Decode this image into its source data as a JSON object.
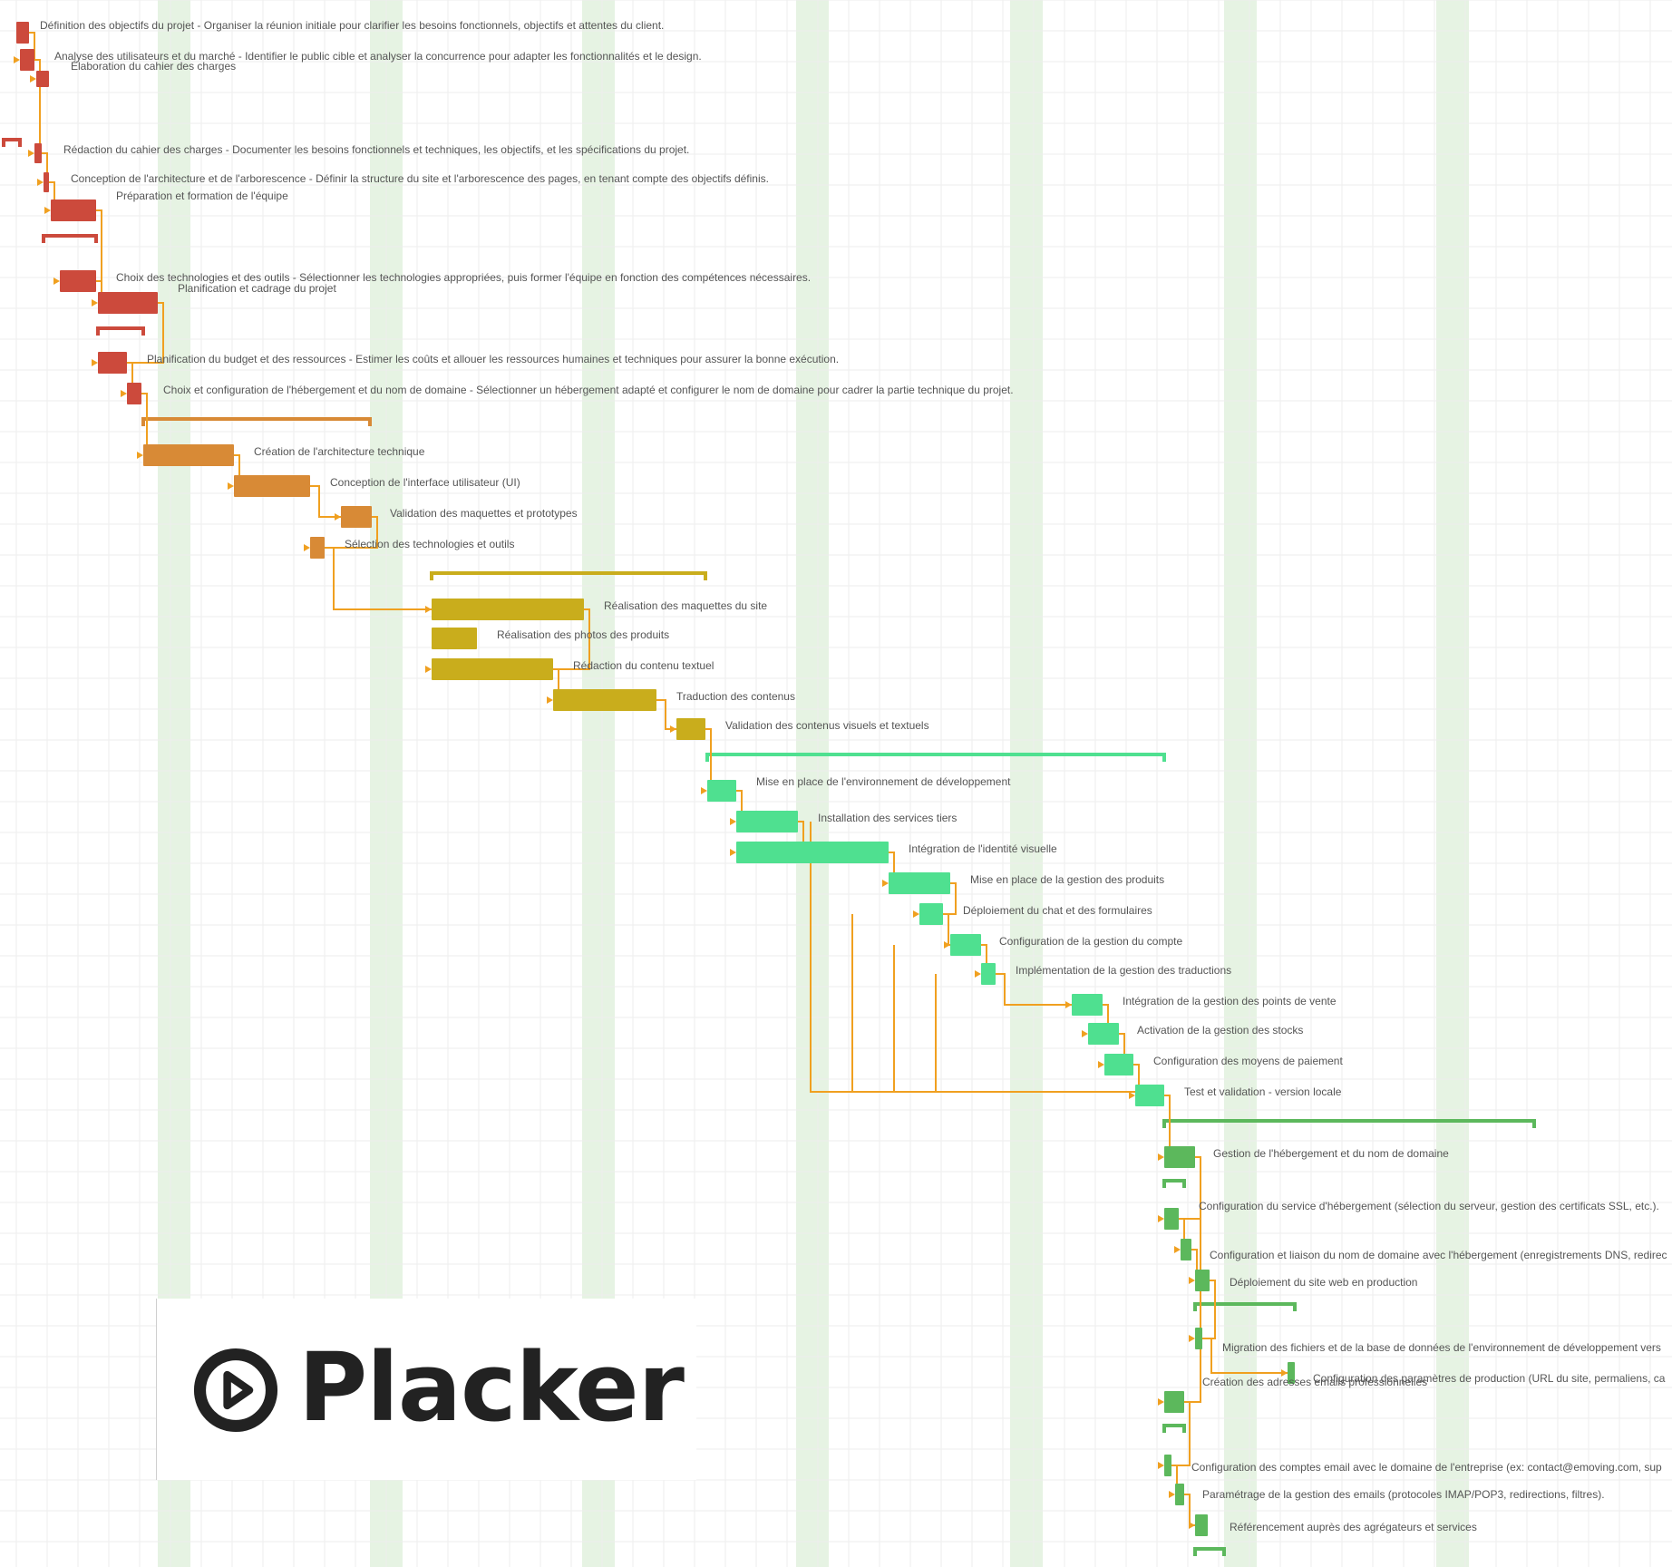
{
  "brand": {
    "name": "Placker",
    "logo_icon": "placker-logo-icon",
    "text_color": "#222222"
  },
  "colors": {
    "phase_1": "#cc4a3c",
    "phase_2": "#d88a36",
    "phase_3": "#c9ad1c",
    "phase_4": "#4fe090",
    "phase_5": "#5cb85c",
    "dependency": "#f0a020",
    "highlight_column": "#e6f3e3",
    "grid": "#eeeeee",
    "label": "#555555"
  },
  "tasks": [
    {
      "label": "Définition des objectifs du projet - Organiser la réunion initiale pour clarifier les besoins fonctionnels, objectifs et attentes du client.",
      "phase": 1
    },
    {
      "label": "Analyse des utilisateurs et du marché - Identifier le public cible et analyser la concurrence pour adapter les fonctionnalités et le design.",
      "phase": 1
    },
    {
      "label": "Élaboration du cahier des charges",
      "phase": 1
    },
    {
      "label": "Rédaction du cahier des charges - Documenter les besoins fonctionnels et techniques, les objectifs, et les spécifications du projet.",
      "phase": 1
    },
    {
      "label": "Conception de l'architecture et de l'arborescence - Définir la structure du site et l'arborescence des pages, en tenant compte des objectifs définis.",
      "phase": 1
    },
    {
      "label": "Préparation et formation de l'équipe",
      "phase": 1
    },
    {
      "label": "Choix des technologies et des outils - Sélectionner les technologies appropriées, puis former l'équipe en fonction des compétences nécessaires.",
      "phase": 1
    },
    {
      "label": "Planification et cadrage du projet",
      "phase": 1
    },
    {
      "label": "Planification du budget et des ressources - Estimer les coûts et allouer les ressources humaines et techniques pour assurer la bonne exécution.",
      "phase": 1
    },
    {
      "label": "Choix et configuration de l'hébergement et du nom de domaine - Sélectionner un hébergement adapté et configurer le nom de domaine pour cadrer la partie technique du projet.",
      "phase": 1
    },
    {
      "label": "Création de l'architecture technique",
      "phase": 2
    },
    {
      "label": "Conception de l'interface utilisateur (UI)",
      "phase": 2
    },
    {
      "label": "Validation des maquettes et prototypes",
      "phase": 2
    },
    {
      "label": "Sélection des technologies et outils",
      "phase": 2
    },
    {
      "label": "Réalisation des maquettes du site",
      "phase": 3
    },
    {
      "label": "Réalisation des photos des produits",
      "phase": 3
    },
    {
      "label": "Rédaction du contenu textuel",
      "phase": 3
    },
    {
      "label": "Traduction des contenus",
      "phase": 3
    },
    {
      "label": "Validation des contenus visuels et textuels",
      "phase": 3
    },
    {
      "label": "Mise en place de l'environnement de développement",
      "phase": 4
    },
    {
      "label": "Installation des services tiers",
      "phase": 4
    },
    {
      "label": "Intégration de l'identité visuelle",
      "phase": 4
    },
    {
      "label": "Mise en place de la gestion des produits",
      "phase": 4
    },
    {
      "label": "Déploiement du chat et des formulaires",
      "phase": 4
    },
    {
      "label": "Configuration de la gestion du compte",
      "phase": 4
    },
    {
      "label": "Implémentation de la gestion des traductions",
      "phase": 4
    },
    {
      "label": "Intégration de la gestion des points de vente",
      "phase": 4
    },
    {
      "label": "Activation de la gestion des stocks",
      "phase": 4
    },
    {
      "label": "Configuration des moyens de paiement",
      "phase": 4
    },
    {
      "label": "Test et validation - version locale",
      "phase": 4
    },
    {
      "label": "Gestion de l'hébergement et du nom de domaine",
      "phase": 5
    },
    {
      "label": "Configuration du service d'hébergement (sélection du serveur, gestion des certificats SSL, etc.).",
      "phase": 5
    },
    {
      "label": "Configuration et liaison du nom de domaine avec l'hébergement (enregistrements DNS, redirec",
      "phase": 5
    },
    {
      "label": "Déploiement du site web en production",
      "phase": 5
    },
    {
      "label": "Migration des fichiers et de la base de données de l'environnement de développement vers",
      "phase": 5
    },
    {
      "label": "Configuration des paramètres de production (URL du site, permaliens, ca",
      "phase": 5
    },
    {
      "label": "Création des adresses emails professionnelles",
      "phase": 5
    },
    {
      "label": "Configuration des comptes email avec le domaine de l'entreprise (ex: contact@emoving.com, sup",
      "phase": 5
    },
    {
      "label": "Paramétrage de la gestion des emails (protocoles IMAP/POP3, redirections, filtres).",
      "phase": 5
    },
    {
      "label": "Référencement auprès des agrégateurs et services",
      "phase": 5
    }
  ]
}
